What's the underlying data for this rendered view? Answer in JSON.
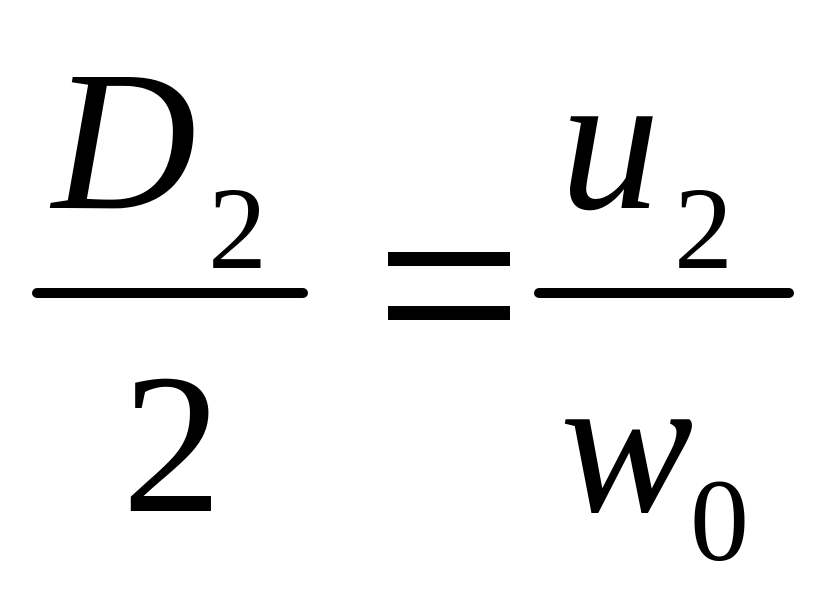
{
  "formula": {
    "left_fraction": {
      "numerator": {
        "symbol": "D",
        "subscript": "2"
      },
      "denominator": {
        "symbol": "2"
      }
    },
    "relation": "=",
    "right_fraction": {
      "numerator": {
        "symbol": "u",
        "subscript": "2"
      },
      "denominator": {
        "symbol": "w",
        "subscript": "0"
      }
    }
  }
}
